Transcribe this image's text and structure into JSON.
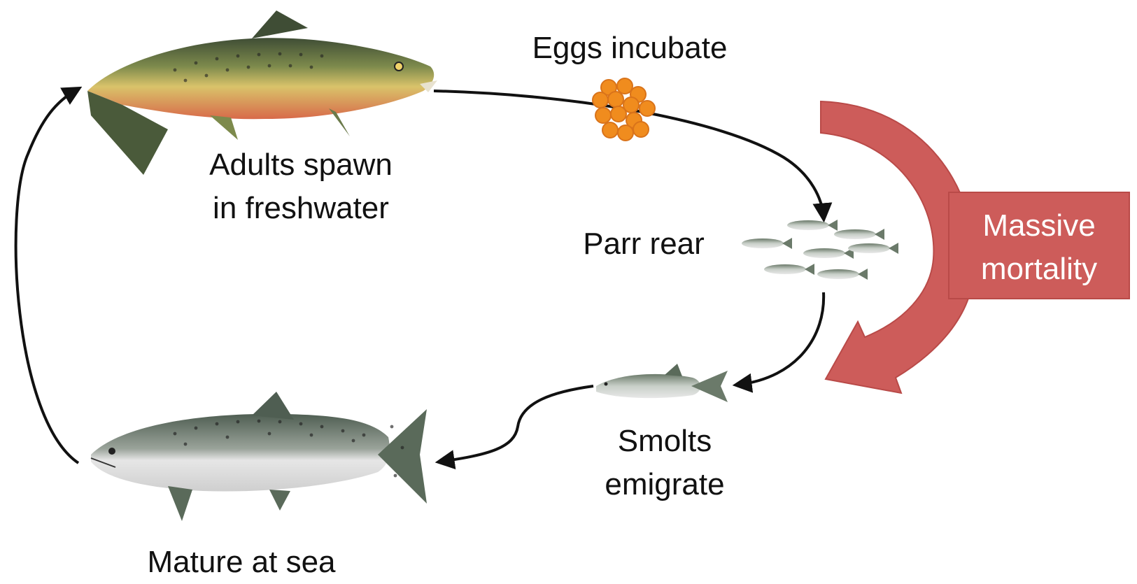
{
  "stages": {
    "adults_spawn": {
      "line1": "Adults spawn",
      "line2": "in freshwater"
    },
    "eggs_incubate": "Eggs incubate",
    "parr_rear": "Parr rear",
    "smolts_emigrate": {
      "line1": "Smolts",
      "line2": "emigrate"
    },
    "mature_at_sea": "Mature at sea"
  },
  "mortality": {
    "line1": "Massive",
    "line2": "mortality"
  },
  "colors": {
    "mortality_fill": "#cd5c5a",
    "mortality_stroke": "#b94a48",
    "arrow": "#111111",
    "egg": "#f08c1e",
    "egg_rim": "#d9731a",
    "adult_back": "#4a5a3a",
    "adult_belly": "#d9c36a",
    "adult_red": "#d86a4a",
    "sea_fish_back": "#5a6a5a",
    "sea_fish_belly": "#dcdcdc"
  },
  "icons": [
    "adult-salmon-icon",
    "egg-cluster-icon",
    "parr-school-icon",
    "smolt-icon",
    "sea-salmon-icon"
  ]
}
